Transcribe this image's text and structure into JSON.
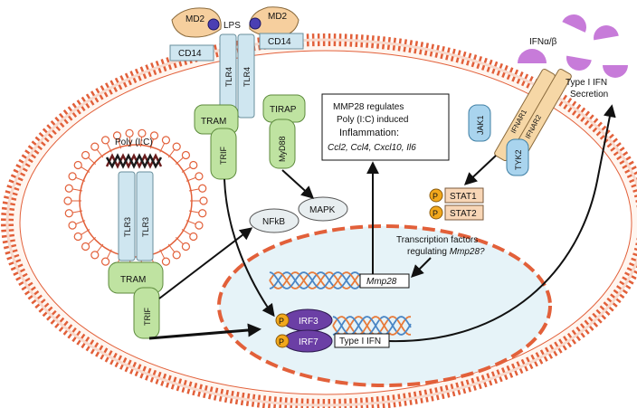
{
  "labels": {
    "md2_left": "MD2",
    "md2_right": "MD2",
    "lps": "LPS",
    "cd14_left": "CD14",
    "cd14_right": "CD14",
    "tlr4_left": "TLR4",
    "tlr4_right": "TLR4",
    "tram_top": "TRAM",
    "tirap": "TIRAP",
    "trif_top": "TRIF",
    "myd88": "MyD88",
    "mapk": "MAPK",
    "nfkb": "NFkB",
    "polyic": "Poly (I:C)",
    "tlr3_left": "TLR3",
    "tlr3_right": "TLR3",
    "tram_bottom": "TRAM",
    "trif_bottom": "TRIF",
    "ifn_ab": "IFNα/β",
    "ifnar1": "IFNAR1",
    "ifnar2": "IFNAR2",
    "jak1": "JAK1",
    "tyk2": "TYK2",
    "stat1": "STAT1",
    "stat2": "STAT2",
    "p": "P",
    "type1_secretion_line1": "Type I IFN",
    "type1_secretion_line2": "Secretion",
    "tf_line1": "Transcription factors",
    "tf_line2_prefix": "regulating ",
    "tf_line2_gene": "Mmp28?",
    "mmp28_gene": "Mmp28",
    "irf3": "IRF3",
    "irf7": "IRF7",
    "type1_ifn_gene": "Type I IFN"
  },
  "box": {
    "line1": "MMP28 regulates",
    "line2": "Poly (I:C) induced",
    "line3": "Inflammation:",
    "genes": "Ccl2, Ccl4, Cxcl10, Il6"
  },
  "colors": {
    "membrane": "#e2603a",
    "tlr_fill": "#cfe6f0",
    "adaptor_fill": "#bfe3a1",
    "md2_fill": "#f6cf9e",
    "lps_fill": "#4b3fb3",
    "irf_fill": "#6b3fa5",
    "stat_fill": "#f8d6b6",
    "p_fill": "#f2a81c",
    "ifn_fill": "#c77bd9",
    "nucleus_fill": "#dff0f6"
  }
}
